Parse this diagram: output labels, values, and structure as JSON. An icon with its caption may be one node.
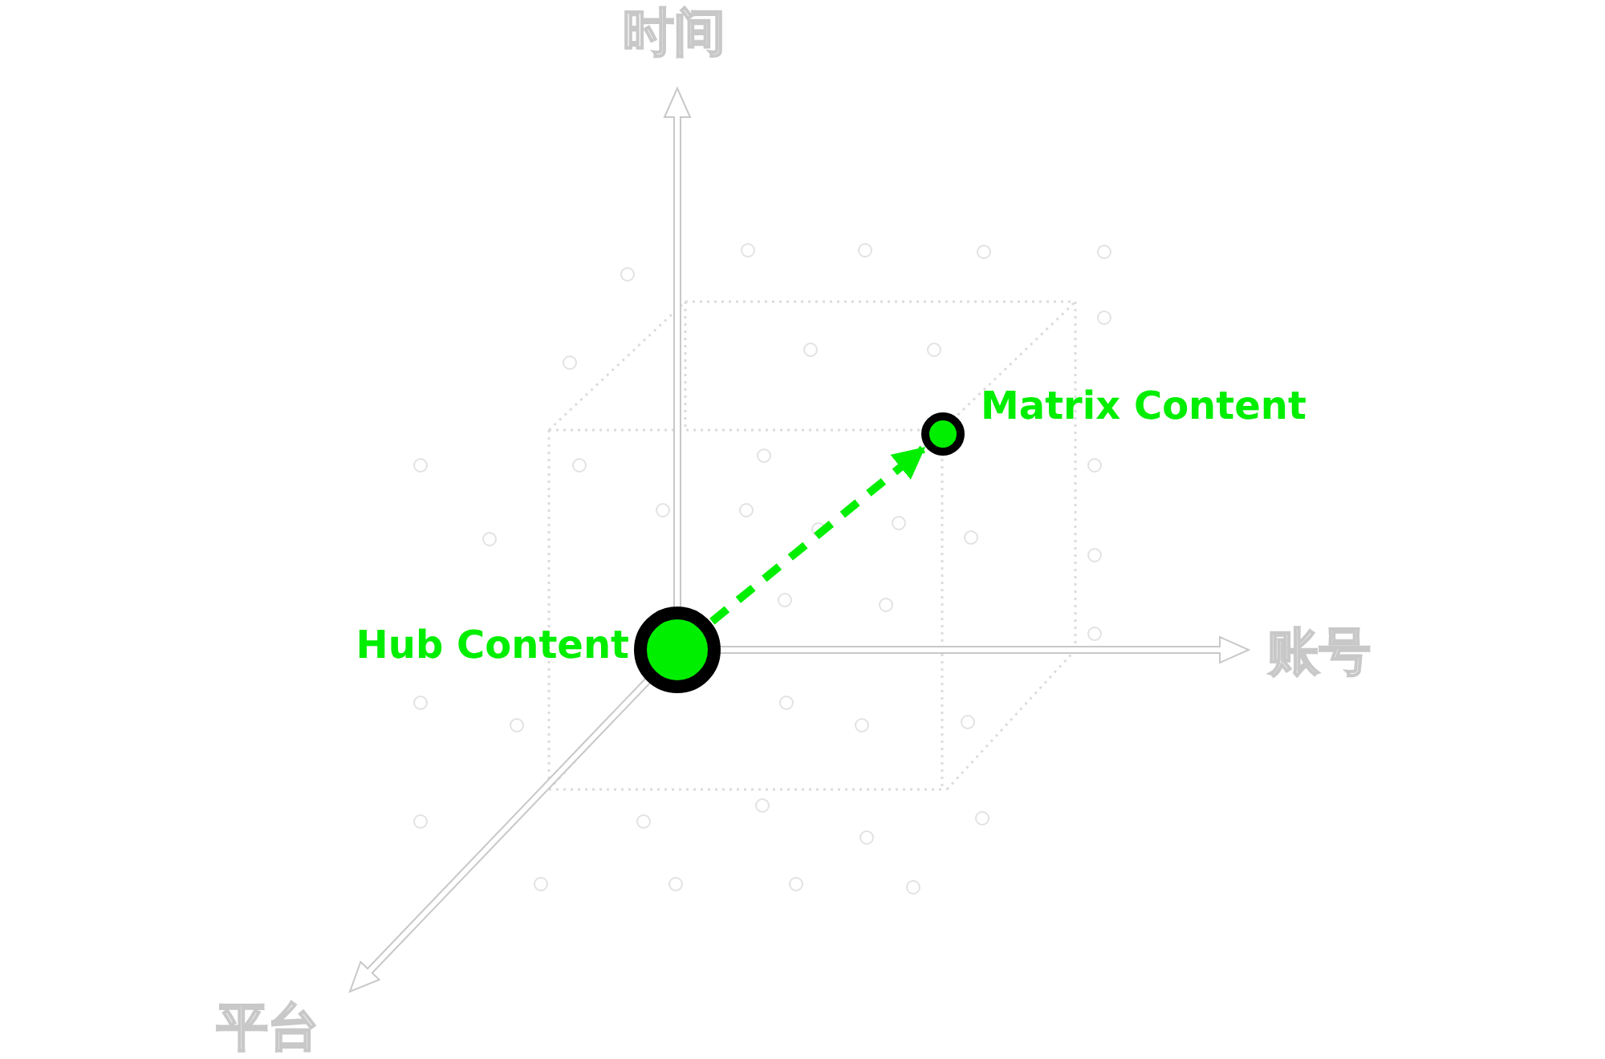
{
  "diagram": {
    "nodes": [
      {
        "text": [],
        "shape": "circle",
        "beside": [
          "Hub Content"
        ]
      },
      {
        "text": [],
        "shape": "circle",
        "beside": [
          "Matrix Content"
        ]
      }
    ],
    "edges": [
      {
        "from": 0,
        "to": 1,
        "arrow": "to",
        "style": "dashed",
        "color": "#00ee00"
      }
    ],
    "labels": [
      "时间",
      "账号",
      "平台"
    ]
  }
}
